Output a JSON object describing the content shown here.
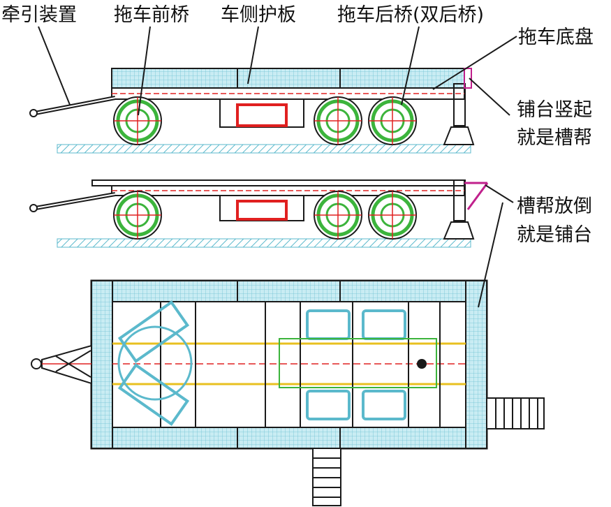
{
  "labels": {
    "traction_device": "牵引装置",
    "front_axle": "拖车前桥",
    "side_panel": "车侧护板",
    "rear_axle": "拖车后桥(双后桥)",
    "chassis": "拖车底盘",
    "deck_raised_line1": "铺台竖起",
    "deck_raised_line2": "就是槽帮",
    "wall_lowered_line1": "槽帮放倒",
    "wall_lowered_line2": "就是铺台"
  },
  "colors": {
    "frame": "#1a1a1a",
    "deck_fill": "#bfe6ee",
    "deck_grid": "#5bb9cc",
    "wheel": "#3cb43c",
    "red": "#e02020",
    "magenta": "#c0208c",
    "yellow": "#e8c020",
    "ground": "#5bb9cc"
  }
}
